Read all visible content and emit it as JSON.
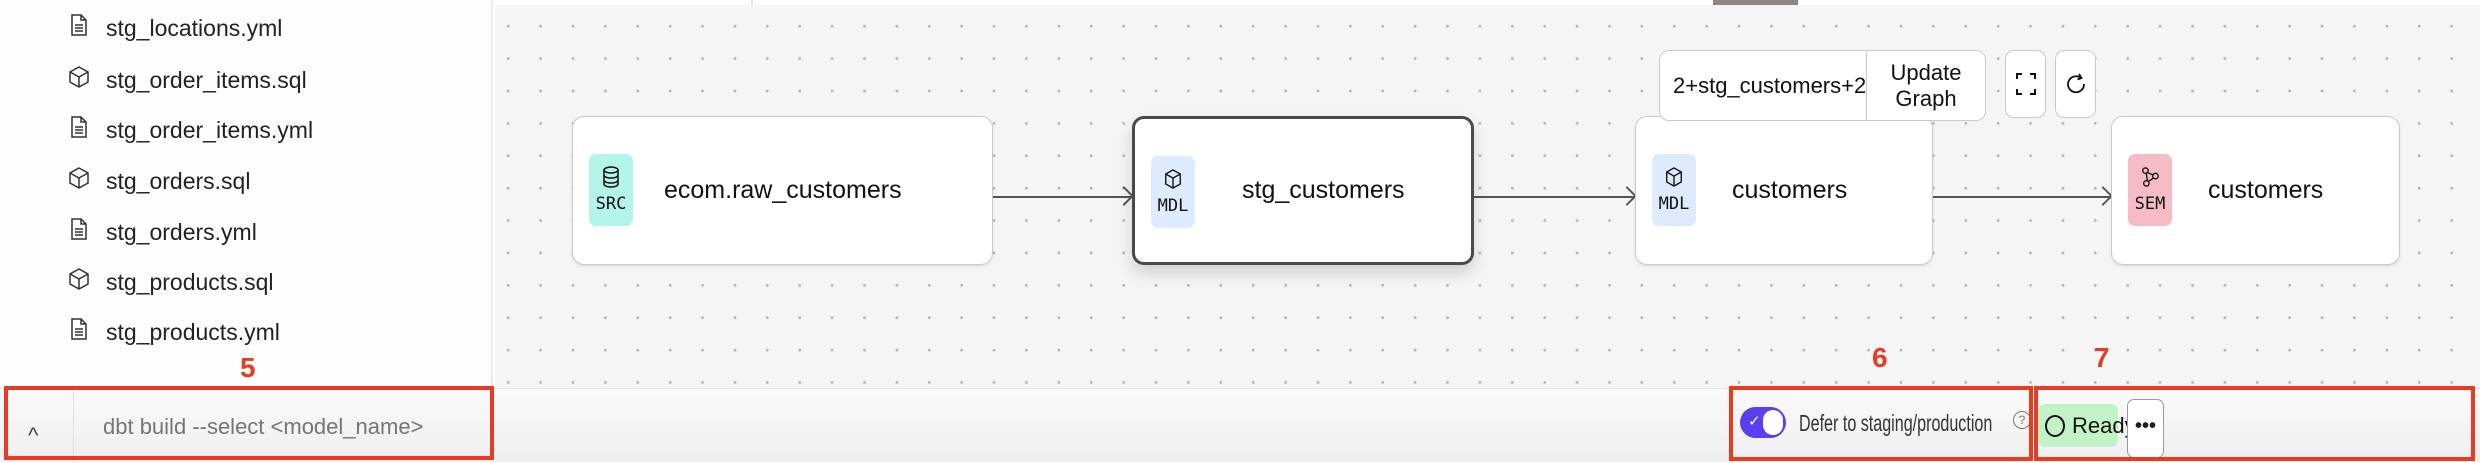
{
  "sidebar": {
    "files": [
      {
        "name": "stg_locations.yml",
        "icon": "file-icon"
      },
      {
        "name": "stg_order_items.sql",
        "icon": "cube-icon"
      },
      {
        "name": "stg_order_items.yml",
        "icon": "file-icon"
      },
      {
        "name": "stg_orders.sql",
        "icon": "cube-icon"
      },
      {
        "name": "stg_orders.yml",
        "icon": "file-icon"
      },
      {
        "name": "stg_products.sql",
        "icon": "cube-icon"
      },
      {
        "name": "stg_products.yml",
        "icon": "file-icon"
      }
    ]
  },
  "graph": {
    "selector_value": "2+stg_customers+2",
    "update_label": "Update Graph",
    "nodes": [
      {
        "badge": "SRC",
        "label": "ecom.raw_customers",
        "color": "#b3f5e8",
        "icon": "database-icon"
      },
      {
        "badge": "MDL",
        "label": "stg_customers",
        "color": "#dcebfd",
        "icon": "cube-icon",
        "selected": true
      },
      {
        "badge": "MDL",
        "label": "customers",
        "color": "#dcebfd",
        "icon": "cube-icon"
      },
      {
        "badge": "SEM",
        "label": "customers",
        "color": "#f5bcc5",
        "icon": "semantic-graph-icon"
      }
    ]
  },
  "bottom": {
    "command_placeholder": "dbt build --select <model_name>",
    "defer_label": "Defer to staging/production",
    "defer_enabled": true,
    "status": "Ready",
    "more_label": "•••"
  },
  "annotations": [
    "5",
    "6",
    "7"
  ],
  "colors": {
    "accent": "#5a3ef0",
    "annotation": "#e63c24",
    "ready": "#c2f2c7"
  }
}
